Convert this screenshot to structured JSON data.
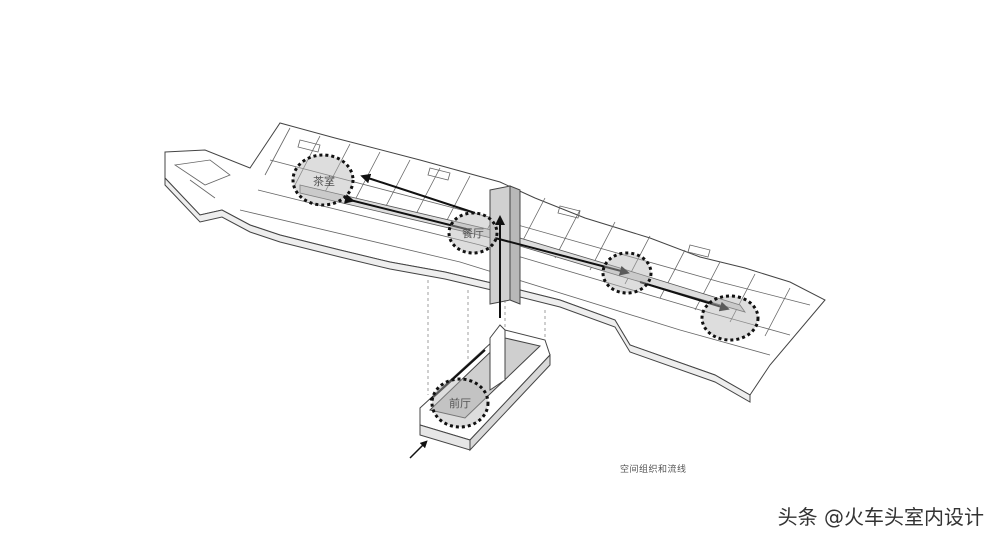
{
  "caption": "空间组织和流线",
  "watermark": "头条 @火车头室内设计",
  "zones": [
    {
      "id": "tea",
      "label": "茶室"
    },
    {
      "id": "c1",
      "label": "餐厅"
    },
    {
      "id": "c2",
      "label": ""
    },
    {
      "id": "c3",
      "label": ""
    },
    {
      "id": "entry",
      "label": "前厅"
    }
  ],
  "colors": {
    "line": "#444444",
    "floor": "#ffffff",
    "shade": "#c9c9c9",
    "ring": "#111111"
  }
}
